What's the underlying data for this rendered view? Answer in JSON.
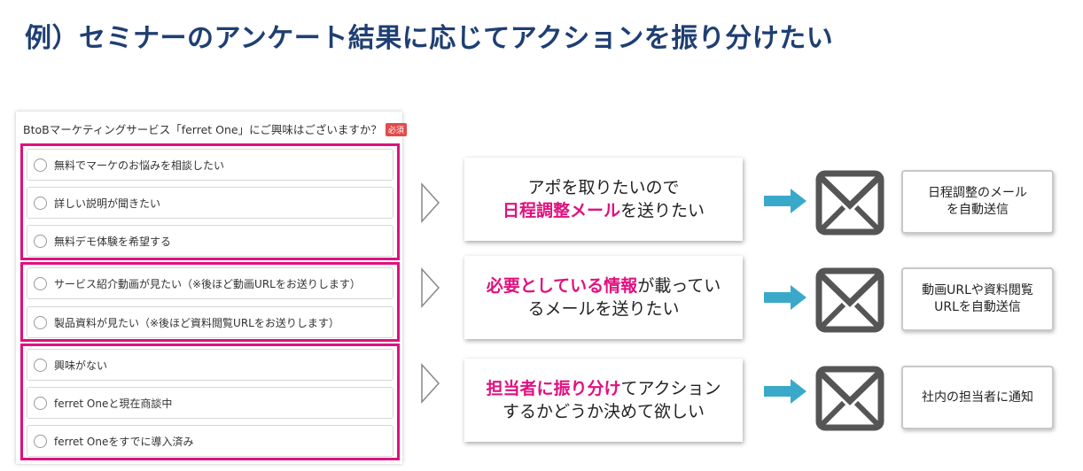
{
  "title": "例）セミナーのアンケート結果に応じてアクションを振り分けたい",
  "survey": {
    "question": "BtoBマーケティングサービス「ferret One」にご興味はございますか？",
    "required_badge": "必須",
    "options": [
      "無料でマーケのお悩みを相談したい",
      "詳しい説明が聞きたい",
      "無料デモ体験を希望する",
      "サービス紹介動画が見たい（※後ほど動画URLをお送りします）",
      "製品資料が見たい（※後ほど資料閲覧URLをお送りします）",
      "興味がない",
      "ferret Oneと現在商談中",
      "ferret Oneをすでに導入済み"
    ]
  },
  "actions": [
    {
      "line1": "アポを取りたいので",
      "line2_hl": "日程調整メール",
      "line2_rest": "を送りたい"
    },
    {
      "line1_hl": "必要としている情報",
      "line1_rest": "が載ってい",
      "line2": "るメールを送りたい"
    },
    {
      "line1_hl": "担当者に振り分け",
      "line1_rest": "てアクション",
      "line2": "するかどうか決めて欲しい"
    }
  ],
  "results": [
    {
      "line1": "日程調整のメール",
      "line2": "を自動送信"
    },
    {
      "line1": "動画URLや資料閲覧",
      "line2": "URLを自動送信"
    },
    {
      "line1": "社内の担当者に通知",
      "line2": ""
    }
  ],
  "colors": {
    "title": "#1f3f73",
    "highlight": "#e0107f",
    "arrow": "#3aa9c9",
    "envelope": "#555555"
  },
  "icons": [
    "chevron-right-icon",
    "arrow-right-icon",
    "envelope-icon"
  ]
}
